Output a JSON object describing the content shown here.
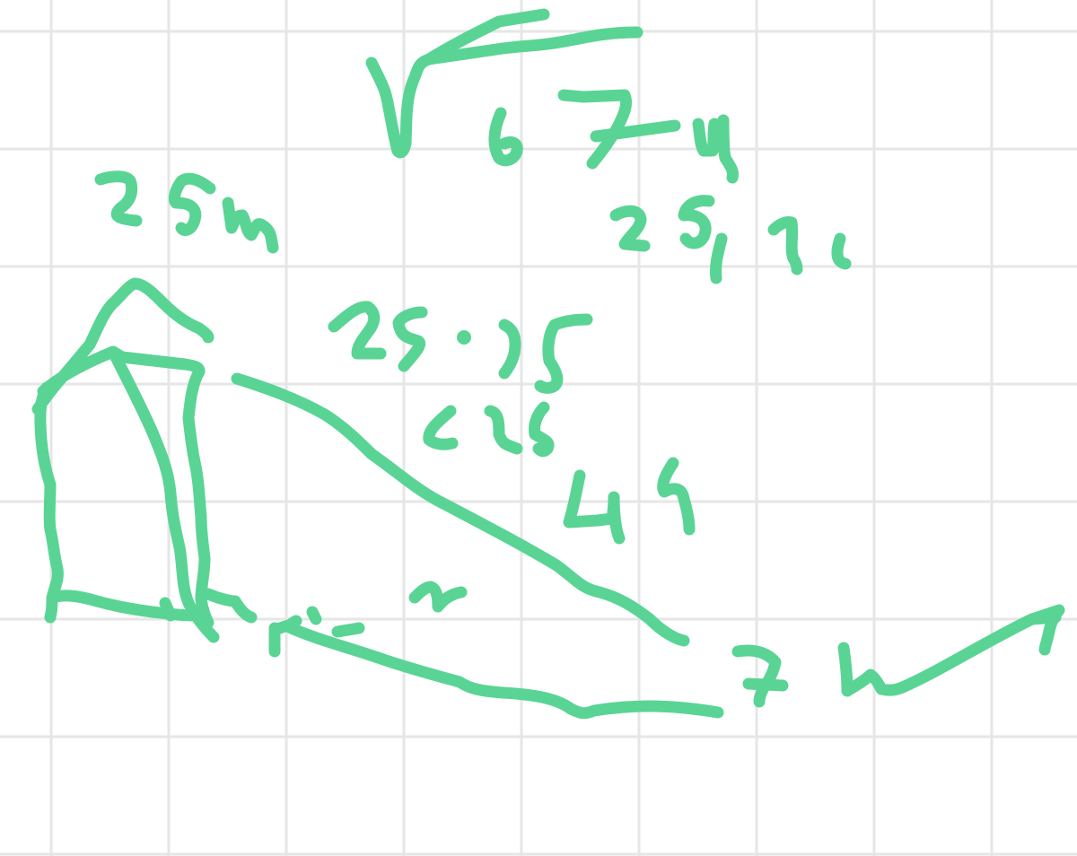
{
  "canvas": {
    "background_color": "#ffffff",
    "grid_color": "#e6e6e6",
    "ink_color": "#5ad494"
  },
  "handwriting": {
    "top_radical_expression": "√(6 7 4)",
    "top_result": "25.96",
    "left_label": "25m",
    "middle_expression": "25 : 15",
    "middle_result_1": "< 25",
    "middle_result_2": "49",
    "bottom_right_label": "7 h"
  }
}
